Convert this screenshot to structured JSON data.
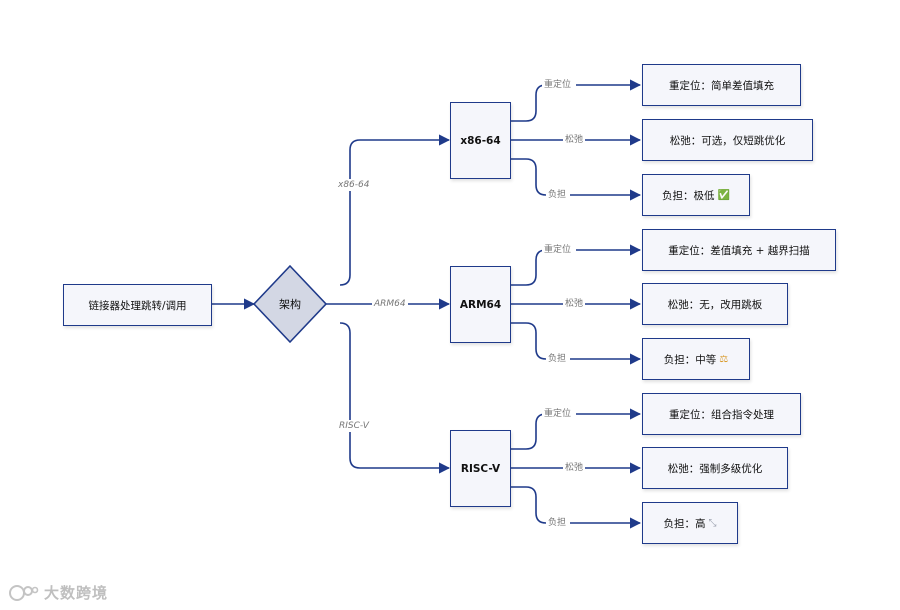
{
  "diagram": {
    "start": "链接器处理跳转/调用",
    "decision": "架构",
    "arch_edges": [
      "x86-64",
      "ARM64",
      "RISC-V"
    ],
    "archs": [
      "x86-64",
      "ARM64",
      "RISC-V"
    ],
    "attr_labels": [
      "重定位",
      "松弛",
      "负担"
    ],
    "x86": {
      "reloc": "重定位：简单差值填充",
      "relax": "松弛：可选，仅短跳优化",
      "burden": "负担：极低",
      "burden_icon": "✅"
    },
    "arm": {
      "reloc": "重定位：差值填充 + 越界扫描",
      "relax": "松弛：无，改用跳板",
      "burden": "负担：中等",
      "burden_icon": "⚖"
    },
    "riscv": {
      "reloc": "重定位：组合指令处理",
      "relax": "松弛：强制多级优化",
      "burden": "负担：高",
      "burden_icon": "⤡"
    }
  },
  "watermark": "大数跨境",
  "colors": {
    "line": "#1f3a8a",
    "node_fill": "#f5f6fb",
    "decision_fill": "#d3d7e4",
    "edge_text": "#777777"
  }
}
